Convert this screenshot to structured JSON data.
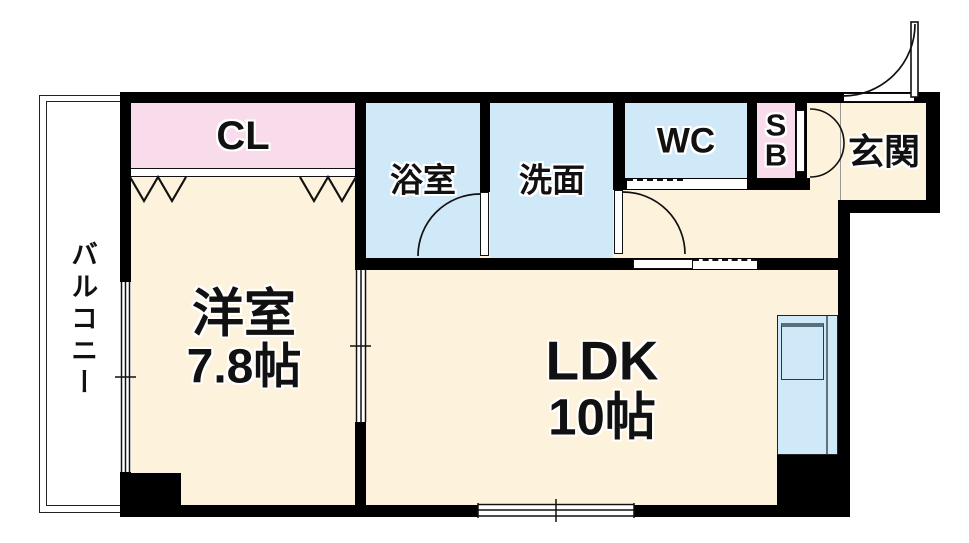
{
  "title": "apartment-floor-plan",
  "colors": {
    "wall": "#000000",
    "floor_cream": "#fdf3dc",
    "room_pink": "#f9dcec",
    "room_blue": "#cfe9f8",
    "line": "#111111"
  },
  "rooms": {
    "balcony": {
      "label": "バルコニー"
    },
    "closet": {
      "label": "CL"
    },
    "western_room": {
      "label": "洋室",
      "size": "7.8帖"
    },
    "bath": {
      "label": "浴室"
    },
    "washroom": {
      "label": "洗面"
    },
    "toilet": {
      "label": "WC"
    },
    "shoe_box": {
      "label": "SB"
    },
    "entrance": {
      "label": "玄関"
    },
    "ldk": {
      "label": "LDK",
      "size": "10帖"
    }
  }
}
